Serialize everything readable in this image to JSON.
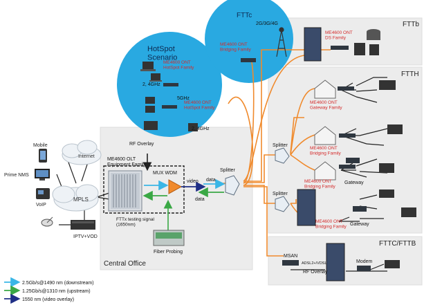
{
  "regions": {
    "fttb": "FTTb",
    "ftth": "FTTH",
    "fttc_fttb": "FTTC/FTTB",
    "central_office": "Central Office",
    "hotspot": "HotSpot\nScenario",
    "fttc": "FTTc"
  },
  "hotspot": {
    "wifi_2_4_top": "2, 4GHz",
    "wifi_5": "5GHz",
    "wifi_2_4_bottom": "2, 4GHz",
    "ont_1": "ME4600 ONT\nHotSpot Family",
    "ont_2": "ME4600 ONT\nHotSpot Family"
  },
  "fttc": {
    "radio": "2G/3G/4G",
    "ont": "ME4600 ONT\nBridging Family"
  },
  "fttb": {
    "ont": "ME4600 ONT\nDS Family"
  },
  "ftth": {
    "ont_gateway": "ME4600 ONT\nGateway Family",
    "ont_bridging_1": "ME4600 ONT\nBridging Family",
    "ont_bridging_2": "ME4600 ONT\nBridging Family",
    "ont_bridging_3": "ME4600 ONT\nBridging Family",
    "gateway_1": "Gateway",
    "gateway_2": "Gateway",
    "splitter_1": "Splitter",
    "splitter_2": "Splitter"
  },
  "central": {
    "internet": "Internet",
    "mpls": "MPLS",
    "mobile": "Mobile",
    "prime_nms": "Prime NMS",
    "voip": "VoIP",
    "iptv": "IPTV+VOD",
    "olt": "ME4600 OLT\nEquipment Family",
    "rf_overlay": "RF Overlay",
    "mux_wdm": "MUX WDM",
    "video": "video",
    "data_1": "data",
    "data_2": "data",
    "splitter": "Splitter",
    "testing": "FTTx testing signal\n(1650nm)",
    "fiber_probing": "Fiber Probing"
  },
  "fttc_fttb": {
    "msan": "MSAN",
    "adsl": "ADSL2+/VDSL",
    "rf_overlay": "RF Overlay",
    "modem": "Modem"
  },
  "legend": [
    {
      "label": "2.5Gb/s@1490 nm (downstream)",
      "color": "#3ab6e6"
    },
    {
      "label": "1.25Gb/s@1310 nm (upstream)",
      "color": "#3aa845"
    },
    {
      "label": "1550 nm (video overlay)",
      "color": "#1f2f86"
    }
  ],
  "colors": {
    "circle": "#29a9e1",
    "fiber": "#f08a2c",
    "panel": "#ececec",
    "red_text": "#d42a2a"
  }
}
